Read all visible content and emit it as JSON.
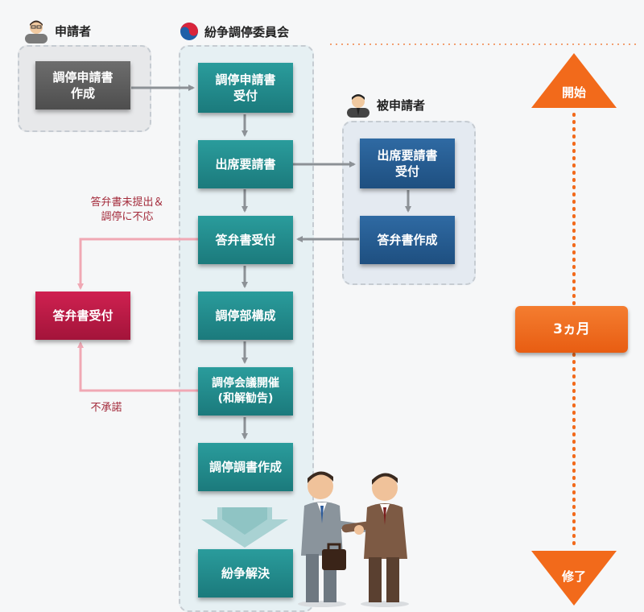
{
  "headers": {
    "applicant": "申請者",
    "committee": "紛争調停委員会",
    "respondent": "被申請者"
  },
  "applicant_steps": {
    "create": "調停申請書\n作成"
  },
  "committee_steps": {
    "receive_application": "調停申請書\n受付",
    "attendance_request": "出席要請書",
    "answer_receipt": "答弁書受付",
    "committee_formation": "調停部構成",
    "meeting": "調停会議開催\n(和解勧告)",
    "record": "調停調書作成",
    "resolution": "紛争解決"
  },
  "respondent_steps": {
    "receive_request": "出席要請書\n受付",
    "create_answer": "答弁書作成"
  },
  "side": {
    "answer_receipt": "答弁書受付",
    "no_submission_note": "答弁書未提出＆\n調停に不応",
    "rejection_note": "不承諾"
  },
  "timeline": {
    "start": "開始",
    "duration": "3ヵ月",
    "end": "修了"
  },
  "colors": {
    "teal": "#1f8587",
    "navy": "#235a8f",
    "crimson": "#b81a45",
    "orange": "#f26a1b",
    "arrow_gray": "#8c9196",
    "pink_line": "#f0a8b4"
  }
}
